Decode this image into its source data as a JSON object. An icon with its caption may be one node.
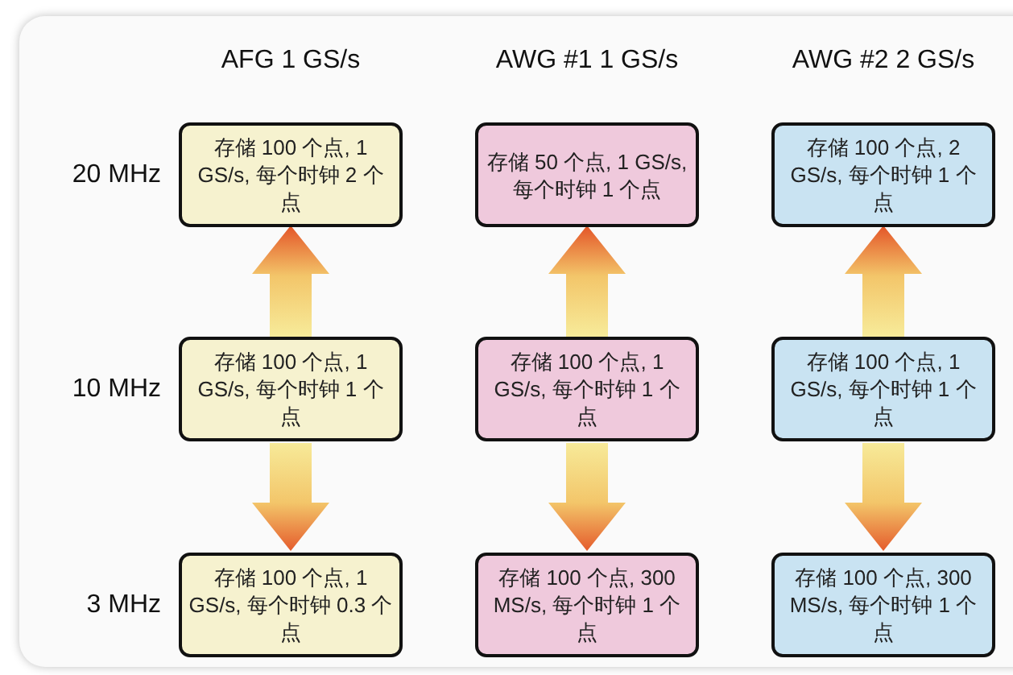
{
  "diagram": {
    "nodes": [
      {
        "text": [
          "存储 100 个点, 1 GS/s, 每个时钟 2 个点"
        ]
      },
      {
        "text": [
          "存储 50 个点, 1 GS/s, 每个时钟 1 个点"
        ]
      },
      {
        "text": [
          "存储 100 个点, 2 GS/s, 每个时钟 1 个点"
        ]
      },
      {
        "text": [
          "存储 100 个点, 1 GS/s, 每个时钟 1 个点"
        ]
      },
      {
        "text": [
          "存储 100 个点, 1 GS/s, 每个时钟 1 个点"
        ]
      },
      {
        "text": [
          "存储 100 个点, 1 GS/s, 每个时钟 1 个点"
        ]
      },
      {
        "text": [
          "存储 100 个点, 1 GS/s, 每个时钟 0.3 个点"
        ]
      },
      {
        "text": [
          "存储 100 个点, 300 MS/s, 每个时钟 1 个点"
        ]
      },
      {
        "text": [
          "存储 100 个点, 300 MS/s, 每个时钟 1 个点"
        ]
      }
    ],
    "edges": [
      {
        "from": 3,
        "to": 0,
        "arrow": "to"
      },
      {
        "from": 4,
        "to": 1,
        "arrow": "to"
      },
      {
        "from": 5,
        "to": 2,
        "arrow": "to"
      },
      {
        "from": 3,
        "to": 6,
        "arrow": "to"
      },
      {
        "from": 4,
        "to": 7,
        "arrow": "to"
      },
      {
        "from": 5,
        "to": 8,
        "arrow": "to"
      }
    ],
    "labels": [
      "AFG 1 GS/s",
      "AWG #1 1 GS/s",
      "AWG #2 2 GS/s",
      "20 MHz",
      "10 MHz",
      "3 MHz"
    ]
  }
}
